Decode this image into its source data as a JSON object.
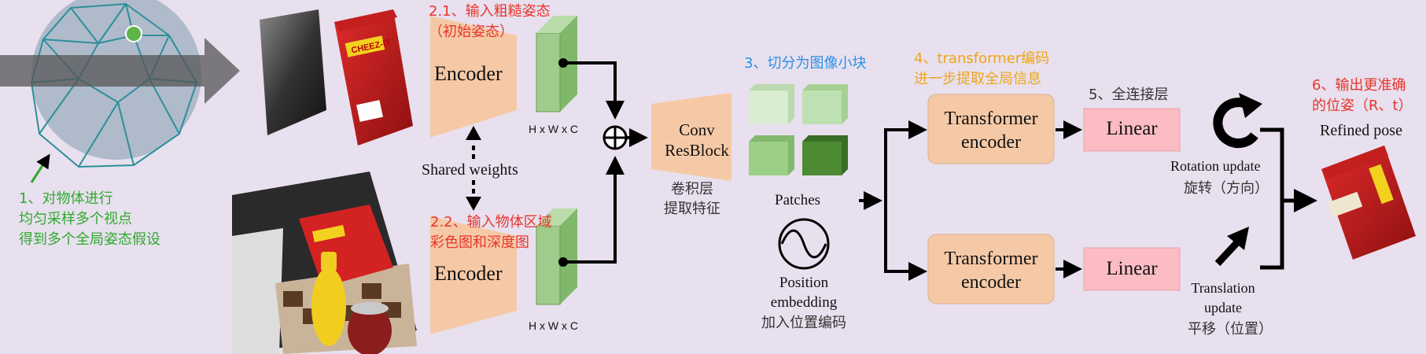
{
  "steps": {
    "step1": [
      "1、对物体进行",
      "均匀采样多个视点",
      "得到多个全局姿态假设"
    ],
    "step2_1": [
      "2.1、输入粗糙姿态",
      "（初始姿态）"
    ],
    "step2_2": [
      "2.2、输入物体区域",
      "彩色图和深度图"
    ],
    "step3": "3、切分为图像小块",
    "step4": [
      "4、transformer编码",
      "进一步提取全局信息"
    ],
    "step5": "5、全连接层",
    "step6": [
      "6、输出更准确",
      "的位姿（R、t）"
    ]
  },
  "blocks": {
    "encoder_top": "Encoder",
    "encoder_bottom": "Encoder",
    "conv": [
      "Conv",
      "ResBlock"
    ],
    "transformer_top": [
      "Transformer",
      "encoder"
    ],
    "transformer_bottom": [
      "Transformer",
      "encoder"
    ],
    "linear_top": "Linear",
    "linear_bottom": "Linear"
  },
  "labels": {
    "shared_weights": "Shared weights",
    "feat_top": "H x W x C",
    "feat_bottom": "H x W x C",
    "conv_caption": [
      "卷积层",
      "提取特征"
    ],
    "patches": "Patches",
    "position_embedding": [
      "Position",
      "embedding"
    ],
    "position_caption": "加入位置编码",
    "rotation_update": "Rotation update",
    "rotation_caption": "旋转（方向）",
    "translation_update": [
      "Translation",
      "update"
    ],
    "translation_caption": "平移（位置）",
    "refined_pose": "Refined pose"
  },
  "product": {
    "brand": "CHEEZ-IT"
  },
  "colors": {
    "background": "#e8e0ee",
    "encoder": "#f6c9a6",
    "feature_map": "#9fcc8a",
    "transformer": "#f6c9a6",
    "linear": "#fbbcc3",
    "patch_1": "#d7ecd0",
    "patch_2": "#bfe0b2",
    "patch_3": "#9ccf88",
    "patch_4": "#4d8a34"
  }
}
